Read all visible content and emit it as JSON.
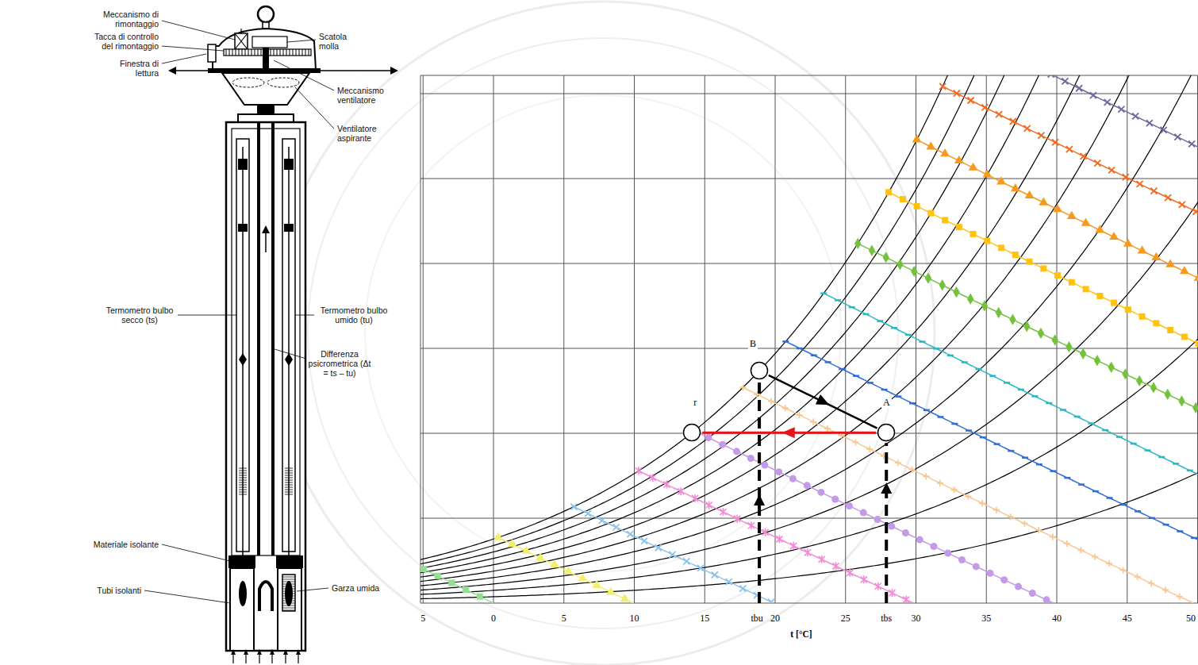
{
  "diagram": {
    "nodes": [
      {
        "text": [
          "B"
        ]
      },
      {
        "text": [
          "r"
        ]
      },
      {
        "text": [
          "A"
        ]
      }
    ],
    "edges": [
      {
        "from": 0,
        "to": 2,
        "arrow": "to"
      },
      {
        "from": 2,
        "to": 1,
        "arrow": "to"
      }
    ],
    "labels": [
      "Meccanismo di rimontaggio",
      "Tacca di controllo del rimontaggio",
      "Finestra di lettura",
      "Scatola molla",
      "Meccanismo ventilatore",
      "Ventilatore aspirante",
      "Termometro bulbo secco (ts)",
      "Termometro bulbo umido (tu)",
      "Differenza psicrometrica (Δt = ts – tu)",
      "Materiale isolante",
      "Tubi isolanti",
      "Garza umida",
      "5",
      "0",
      "5",
      "10",
      "15",
      "tbu",
      "20",
      "25",
      "tbs",
      "30",
      "35",
      "40",
      "45",
      "50",
      "t [°C]"
    ]
  }
}
